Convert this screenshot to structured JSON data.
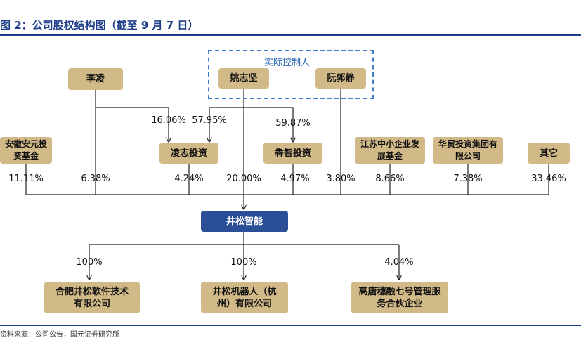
{
  "title": "图 2：公司股权结构图（截至 9 月 7 日）",
  "source": "资料来源：公司公告，国元证券研究所",
  "controllers_label": "实际控制人",
  "nodes": {
    "li_ling": "李凌",
    "yao_zhijian": "姚志坚",
    "ruan_guojing": "阮郭静",
    "lingzhi": "凌志投资",
    "benzhi": "犇智投资",
    "anhui_fund": "安徽安元投资基金",
    "jiangsu_fund": "江苏中小企业发展基金",
    "huamao": "华贸投资集团有限公司",
    "others": "其它",
    "jingsong": "井松智能",
    "hefei": "合肥井松软件技术有限公司",
    "hangzhou": "井松机器人（杭州）有限公司",
    "gaotang": "高唐穗融七号管理服务合伙企业"
  },
  "edges": {
    "li_to_lingzhi": "16.06%",
    "yao_to_lingzhi": "57.95%",
    "yao_to_benzhi": "59.87%",
    "anhui": "11.11%",
    "li": "6.38%",
    "lingzhi": "4.24%",
    "yao": "20.00%",
    "benzhi": "4.97%",
    "ruan": "3.80%",
    "jiangsu": "8.66%",
    "huamao": "7.38%",
    "others": "33.46%",
    "hefei": "100%",
    "hangzhou": "100%",
    "gaotang": "4.04%"
  },
  "colors": {
    "node": "#d2b988",
    "main_node": "#2a4f96",
    "title": "#1f3f8a",
    "frame": "#3f7ecf"
  }
}
